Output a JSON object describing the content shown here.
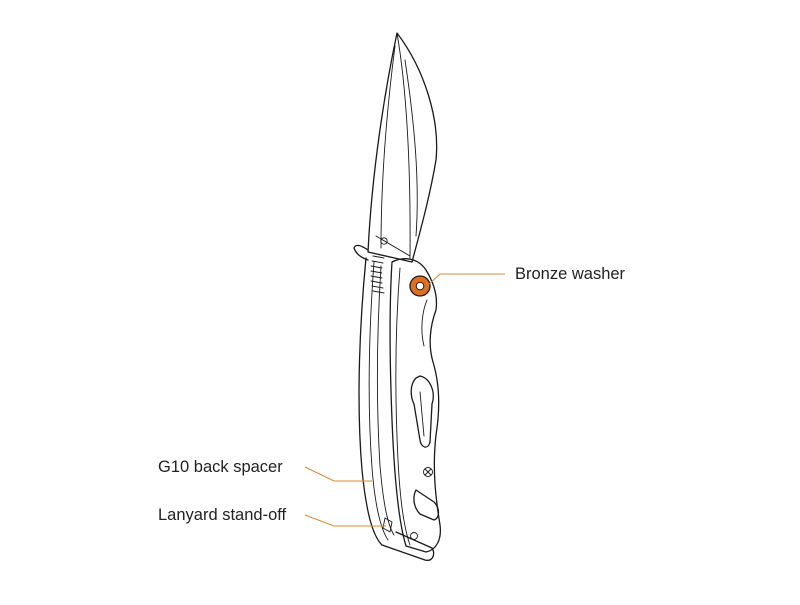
{
  "diagram": {
    "callouts": [
      {
        "id": "bronze-washer",
        "label": "Bronze washer"
      },
      {
        "id": "g10-back-spacer",
        "label": "G10 back spacer"
      },
      {
        "id": "lanyard-stand-off",
        "label": "Lanyard stand-off"
      }
    ]
  },
  "colors": {
    "background": "#ffffff",
    "line_art": "#1a1a1a",
    "leader_line": "#d98a3a",
    "washer_fill": "#e0701f",
    "label_text": "#222222"
  },
  "icons": {
    "subject": "folding-knife-icon"
  }
}
